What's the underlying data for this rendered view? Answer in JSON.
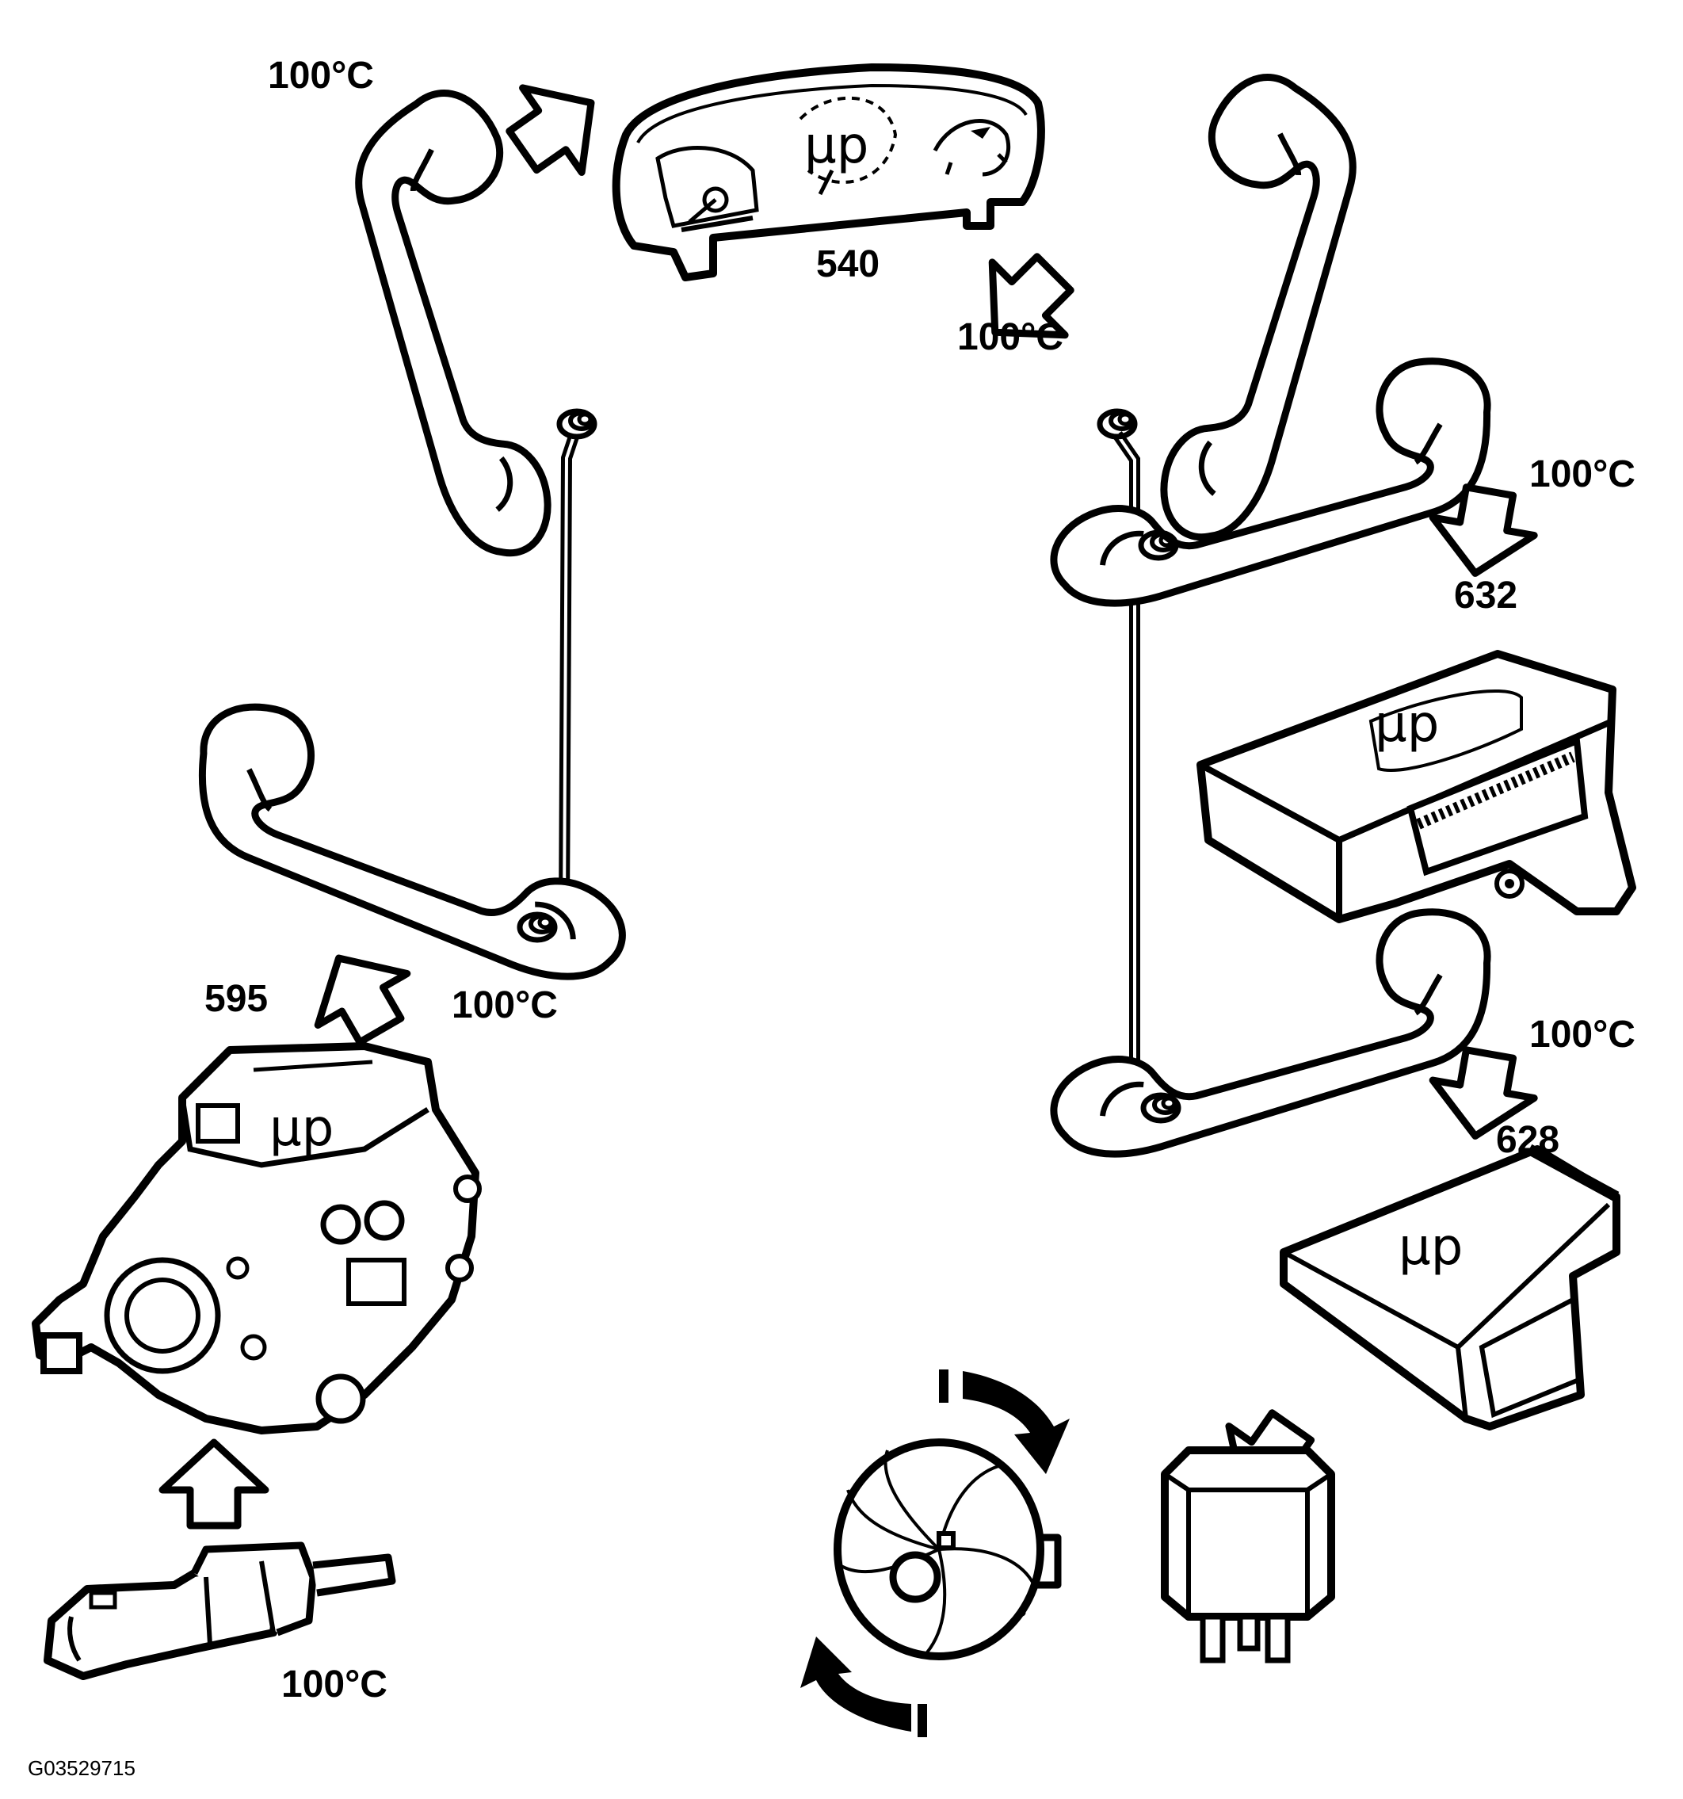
{
  "temperature_labels": {
    "t1": "100°C",
    "t2": "100°C",
    "t3": "100°C",
    "t4": "100°C",
    "t5": "100°C",
    "t6": "100°C"
  },
  "component_numbers": {
    "instrument_cluster": "540",
    "module_632": "632",
    "module_628": "628",
    "injection_pump": "595"
  },
  "microprocessor_symbol": "µp",
  "figure_id": "G03529715",
  "icons": [
    "telephone-handset-icon",
    "arrow-icon",
    "instrument-cluster-icon",
    "control-module-icon",
    "injection-pump-icon",
    "temperature-sensor-icon",
    "relay-icon",
    "cooling-fan-icon",
    "rotation-arrow-icon"
  ],
  "colors": {
    "line": "#000000",
    "fill": "#ffffff"
  }
}
